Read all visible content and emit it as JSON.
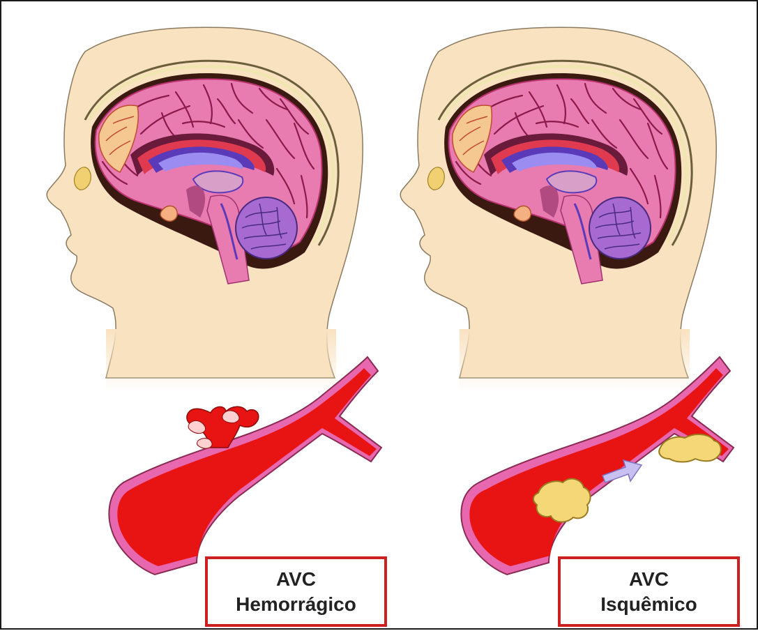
{
  "panels": [
    {
      "caption_line1": "AVC",
      "caption_line2": "Hemorrágico",
      "vessel_condition": "rupture-bleeding"
    },
    {
      "caption_line1": "AVC",
      "caption_line2": "Isquêmico",
      "vessel_condition": "clot-blockage"
    }
  ],
  "colors": {
    "skin": "#f8e2c0",
    "brain": "#e87bb0",
    "brain_vessels": "#8b1a4a",
    "ventricle": "#9a8cf0",
    "cerebellum": "#a66ad0",
    "blood": "#e81414",
    "vessel_wall": "#e868b0",
    "clot": "#f4d878",
    "caption_border": "#cc1f1f"
  },
  "icons": [
    "head-profile-icon",
    "brain-icon",
    "blood-vessel-icon",
    "arrow-icon",
    "clot-icon"
  ]
}
